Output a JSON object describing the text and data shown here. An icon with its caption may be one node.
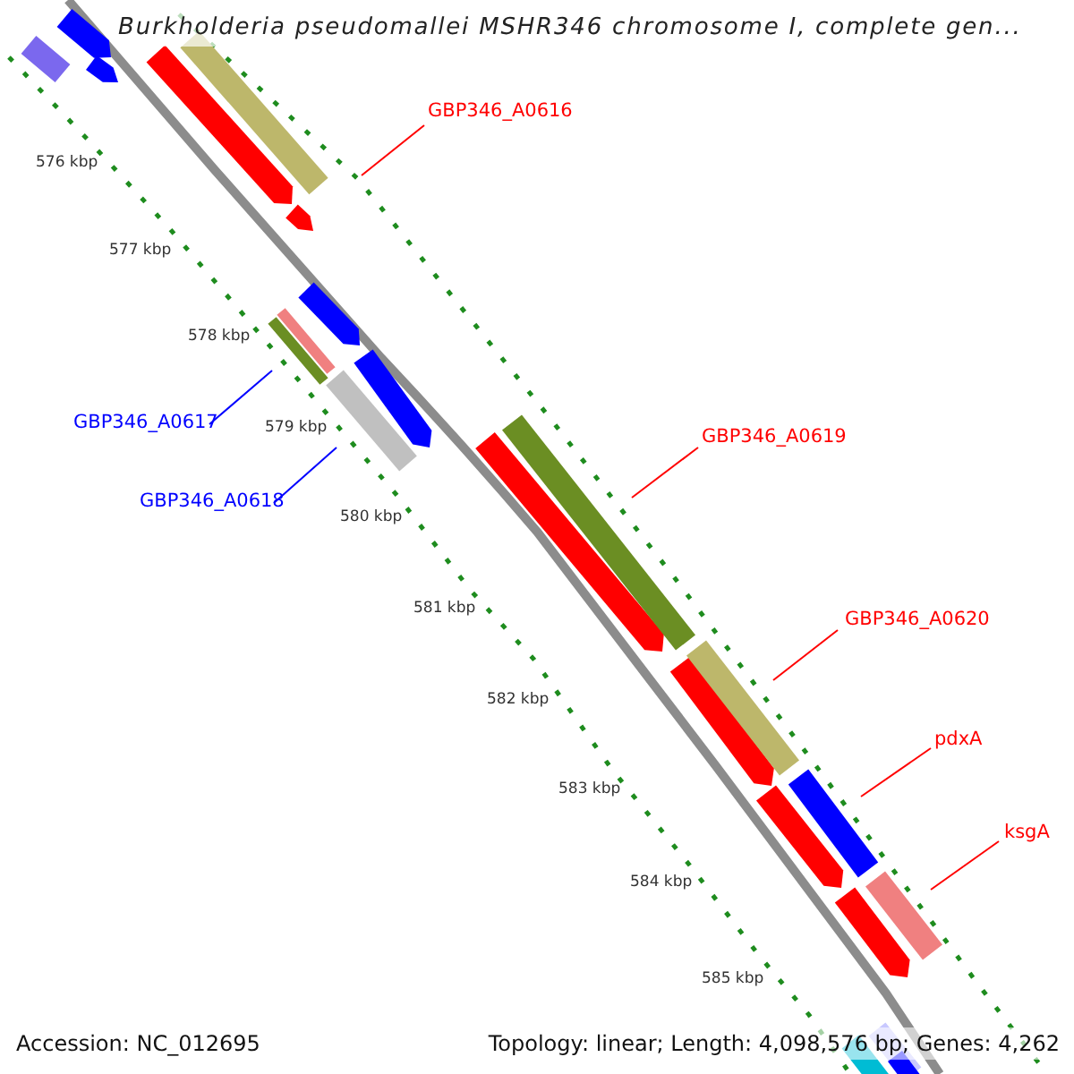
{
  "diagram": {
    "title": "Burkholderia pseudomallei MSHR346 chromosome I, complete gen...",
    "nodes": [
      {
        "text": [
          "GBP346_A0616"
        ]
      },
      {
        "text": [],
        "shape": "bar"
      },
      {
        "text": [
          "GBP346_A0617"
        ]
      },
      {
        "text": [],
        "shape": "bar"
      },
      {
        "text": [
          "GBP346_A0618"
        ]
      },
      {
        "text": [],
        "shape": "bar"
      },
      {
        "text": [
          "GBP346_A0619"
        ]
      },
      {
        "text": [],
        "shape": "bar"
      },
      {
        "text": [
          "GBP346_A0620"
        ]
      },
      {
        "text": [],
        "shape": "bar"
      },
      {
        "text": [
          "pdxA"
        ]
      },
      {
        "text": [],
        "shape": "bar"
      },
      {
        "text": [
          "ksgA"
        ]
      },
      {
        "text": [],
        "shape": "bar"
      }
    ],
    "edges": [
      {
        "from": 0,
        "to": 1,
        "arrow": "none"
      },
      {
        "from": 2,
        "to": 3,
        "arrow": "none",
        "color": "#0000ff"
      },
      {
        "from": 4,
        "to": 5,
        "arrow": "none",
        "color": "#0000ff"
      },
      {
        "from": 6,
        "to": 7,
        "arrow": "none"
      },
      {
        "from": 8,
        "to": 9,
        "arrow": "none"
      },
      {
        "from": 10,
        "to": 11,
        "arrow": "none"
      },
      {
        "from": 12,
        "to": 13,
        "arrow": "none"
      }
    ],
    "labels": [
      "576 kbp",
      "577 kbp",
      "578 kbp",
      "579 kbp",
      "580 kbp",
      "581 kbp",
      "582 kbp",
      "583 kbp",
      "584 kbp",
      "585 kbp",
      "Accession: NC_012695",
      "Topology: linear; Length: 4,098,576 bp; Genes: 4,262"
    ]
  }
}
